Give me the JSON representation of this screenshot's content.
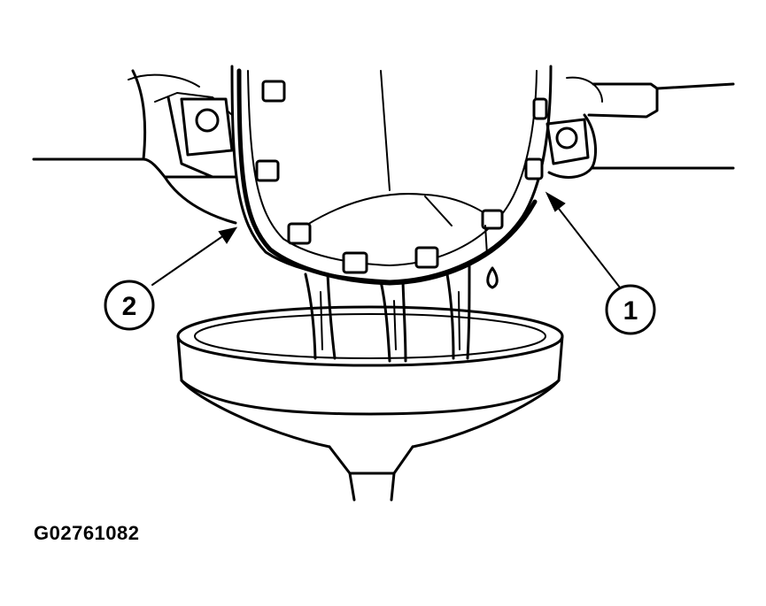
{
  "callouts": [
    {
      "number": "1"
    },
    {
      "number": "2"
    }
  ],
  "figure_code": "G02761082",
  "colors": {
    "line": "#000000",
    "background": "#ffffff"
  }
}
